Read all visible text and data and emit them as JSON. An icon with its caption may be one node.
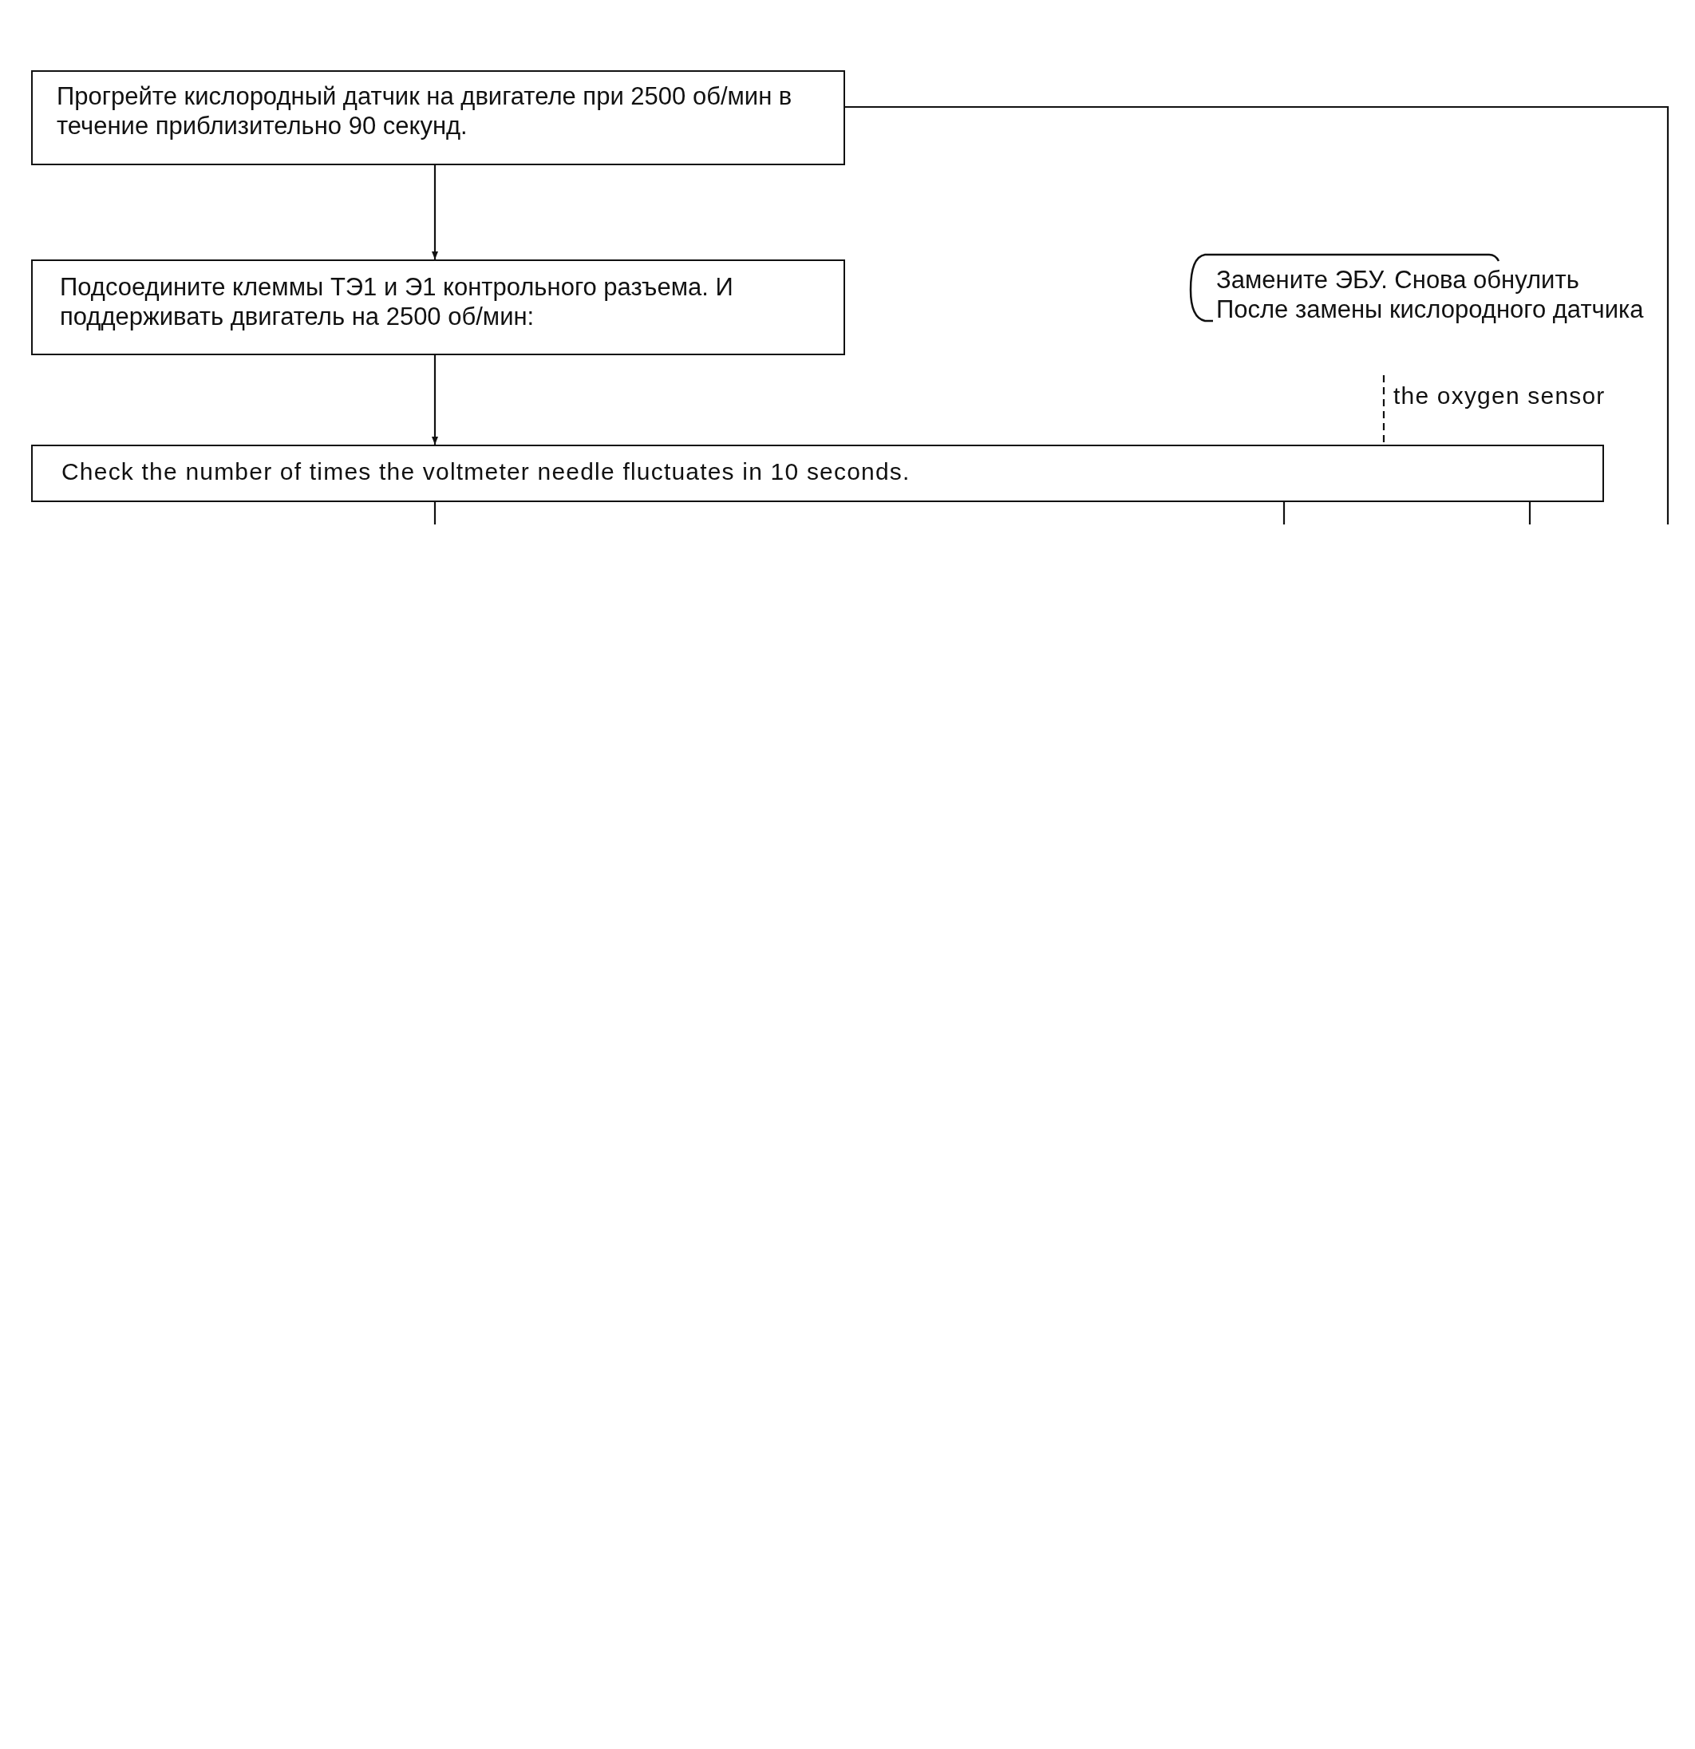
{
  "diagram": {
    "nodes": [
      {
        "text": [
          "Прогрейте кислородный датчик на двигателе при 2500 об/мин в течение приблизительно 90 секунд."
        ]
      },
      {
        "text": [
          "Подсоедините клеммы ТЭ1 и Э1 контрольного разъема. И поддерживать двигатель на 2500 об/мин:"
        ]
      },
      {
        "text": [
          "Замените ЭБУ. Снова обнулить После замены кислородного датчика"
        ]
      },
      {
        "text": [
          "Check the number of times the voltmeter needle fluctuates in 10 seconds."
        ]
      }
    ],
    "edges": [
      {
        "from": 0,
        "to": 1,
        "arrow": "to"
      },
      {
        "from": 1,
        "to": 3,
        "arrow": "to"
      },
      {
        "from": 0,
        "to": null,
        "arrow": "none"
      },
      {
        "from": null,
        "to": 3,
        "arrow": "none",
        "style": "dashed"
      },
      {
        "from": 3,
        "to": null,
        "arrow": "none"
      }
    ],
    "labels": [
      "the oxygen sensor"
    ]
  }
}
